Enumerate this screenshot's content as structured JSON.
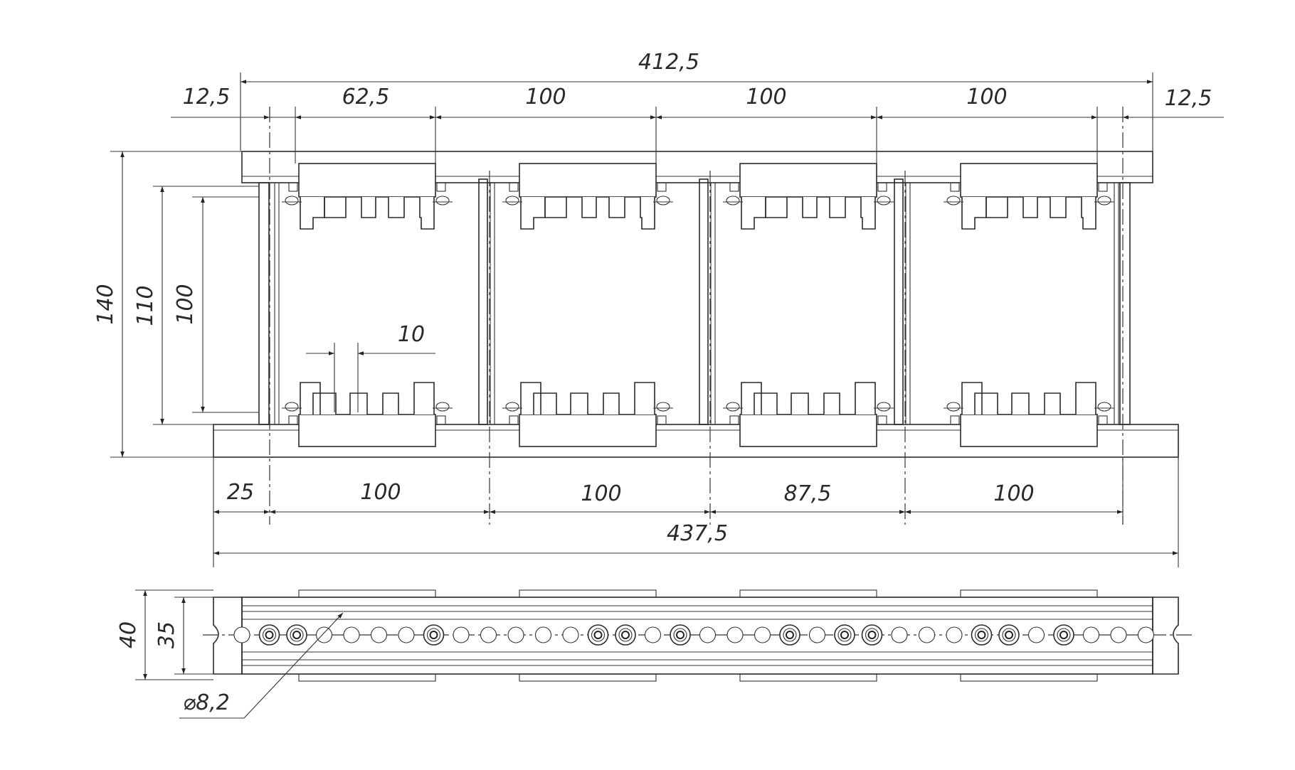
{
  "dimensions": {
    "total_top": "412,5",
    "left_offset_top": "12,5",
    "right_offset_top": "12,5",
    "first_pitch_top": "62,5",
    "pitch_top_1": "100",
    "pitch_top_2": "100",
    "pitch_top_3": "100",
    "height_total": "140",
    "height_mid": "110",
    "height_inner": "100",
    "tooth_width": "10",
    "left_offset_bottom": "25",
    "pitch_bottom_1": "100",
    "pitch_bottom_2": "100",
    "pitch_bottom_3": "87,5",
    "pitch_bottom_4": "100",
    "total_bottom": "437,5",
    "side_height_outer": "40",
    "side_height_inner": "35",
    "hole_diameter": "⌀8,2"
  }
}
